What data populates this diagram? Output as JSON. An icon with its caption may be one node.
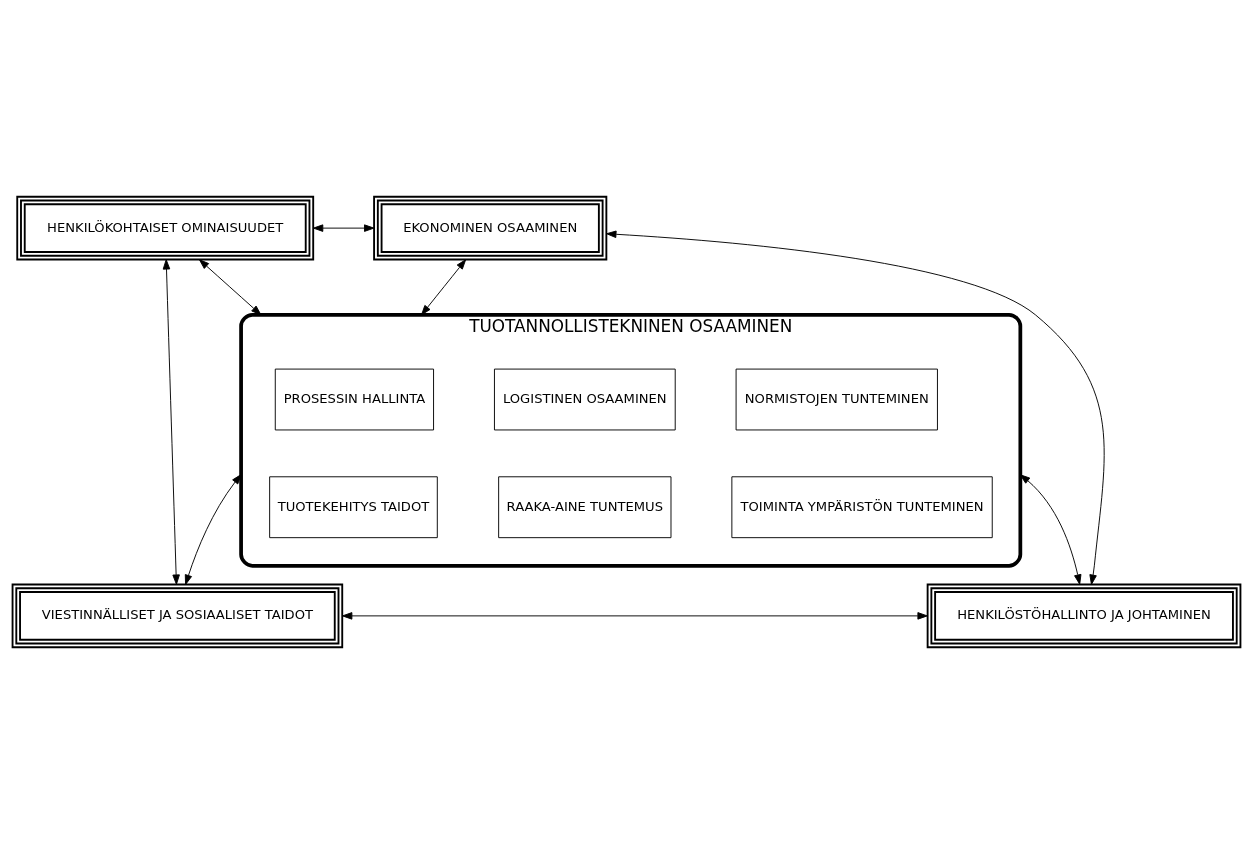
{
  "diagram": {
    "nodes": [
      {
        "text": [
          "HENKILÖKOHTAISET OMINAISUUDET"
        ]
      },
      {
        "text": [
          "EKONOMINEN OSAAMINEN"
        ]
      },
      {
        "text": [
          "TUOTANNOLLISTEKNINEN OSAAMINEN"
        ]
      },
      {
        "text": [
          "PROSESSIN HALLINTA"
        ],
        "in": 2
      },
      {
        "text": [
          "LOGISTINEN OSAAMINEN"
        ],
        "in": 2
      },
      {
        "text": [
          "NORMISTOJEN TUNTEMINEN"
        ],
        "in": 2
      },
      {
        "text": [
          "TUOTEKEHITYS TAIDOT"
        ],
        "in": 2
      },
      {
        "text": [
          "RAAKA-AINE TUNTEMUS"
        ],
        "in": 2
      },
      {
        "text": [
          "TOIMINTA YMPÄRISTÖN TUNTEMINEN"
        ],
        "in": 2
      },
      {
        "text": [
          "VIESTINNÄLLISET JA SOSIAALISET TAIDOT"
        ]
      },
      {
        "text": [
          "HENKILÖSTÖHALLINTO JA JOHTAMINEN"
        ]
      }
    ],
    "edges": [
      {
        "from": 0,
        "to": 1,
        "arrow": "both"
      },
      {
        "from": 0,
        "to": 2,
        "arrow": "both"
      },
      {
        "from": 1,
        "to": 2,
        "arrow": "both"
      },
      {
        "from": 0,
        "to": 9,
        "arrow": "both"
      },
      {
        "from": 1,
        "to": 10,
        "arrow": "both"
      },
      {
        "from": 2,
        "to": 9,
        "arrow": "both"
      },
      {
        "from": 2,
        "to": 10,
        "arrow": "both"
      },
      {
        "from": 9,
        "to": 10,
        "arrow": "both"
      }
    ]
  }
}
